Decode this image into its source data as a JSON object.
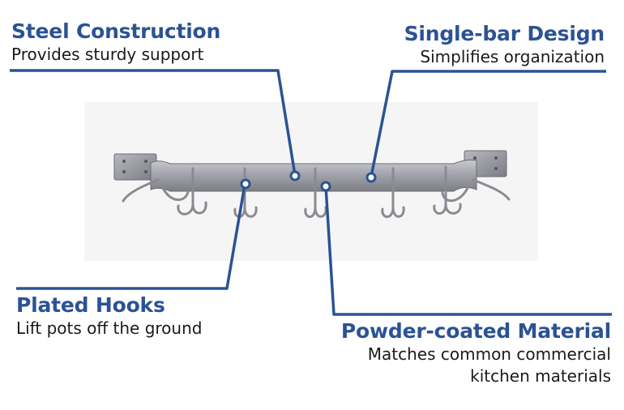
{
  "features": {
    "steel": {
      "title": "Steel Construction",
      "subtitle": "Provides sturdy support"
    },
    "singlebar": {
      "title": "Single-bar Design",
      "subtitle": "Simplifies organization"
    },
    "hooks": {
      "title": "Plated Hooks",
      "subtitle": "Lift pots off the ground"
    },
    "powder": {
      "title": "Powder-coated Material",
      "subtitle_line1": "Matches common commercial",
      "subtitle_line2": "kitchen materials"
    }
  },
  "colors": {
    "accent": "#2b5393",
    "text": "#1a1a1a",
    "steel": "#9a9aa2"
  }
}
